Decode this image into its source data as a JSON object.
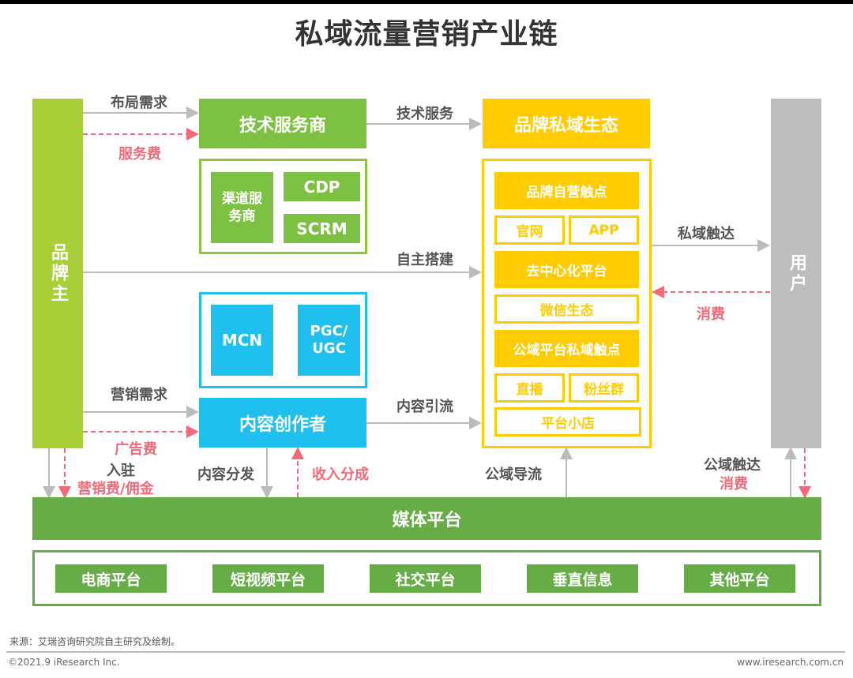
{
  "title": "私域流量营销产业链",
  "colors": {
    "brand_owner": "#a8cf38",
    "tech_provider": "#7dc142",
    "content_creator": "#1fc0ee",
    "brand_ecosystem": "#ffcc00",
    "user": "#bdbdbd",
    "media": "#66ad47",
    "flow_arrow": "#bbbbbb",
    "money_arrow": "#f06a7a"
  },
  "nodes": {
    "brand_owner": "品牌主",
    "user": "用户",
    "tech_provider": {
      "label": "技术服务商",
      "children": [
        "渠道服务商",
        "CDP",
        "SCRM"
      ]
    },
    "content_creator": {
      "label": "内容创作者",
      "children": [
        "MCN",
        "PGC/\nUGC"
      ]
    },
    "brand_ecosystem": {
      "label": "品牌私域生态",
      "sections": [
        {
          "header": "品牌自营触点",
          "items": [
            "官网",
            "APP"
          ]
        },
        {
          "header": "去中心化平台",
          "items": [
            "微信生态"
          ]
        },
        {
          "header": "公域平台私域触点",
          "items": [
            "直播",
            "粉丝群",
            "平台小店"
          ]
        }
      ]
    },
    "media": {
      "label": "媒体平台",
      "platforms": [
        "电商平台",
        "短视频平台",
        "社交平台",
        "垂直信息",
        "其他平台"
      ]
    }
  },
  "flows": {
    "layout_demand": "布局需求",
    "service_fee": "服务费",
    "tech_service": "技术服务",
    "self_build": "自主搭建",
    "private_reach": "私域触达",
    "consume": "消费",
    "marketing_demand": "营销需求",
    "ad_fee": "广告费",
    "content_traffic": "内容引流",
    "settle_in": "入驻",
    "marketing_fee": "营销费/佣金",
    "content_distribution": "内容分发",
    "revenue_share": "收入分成",
    "public_traffic": "公域导流",
    "public_reach": "公域触达",
    "public_consume": "消费"
  },
  "footer": {
    "source": "来源：艾瑞咨询研究院自主研究及绘制。",
    "copyright": "©2021.9 iResearch Inc.",
    "website": "www.iresearch.com.cn"
  }
}
